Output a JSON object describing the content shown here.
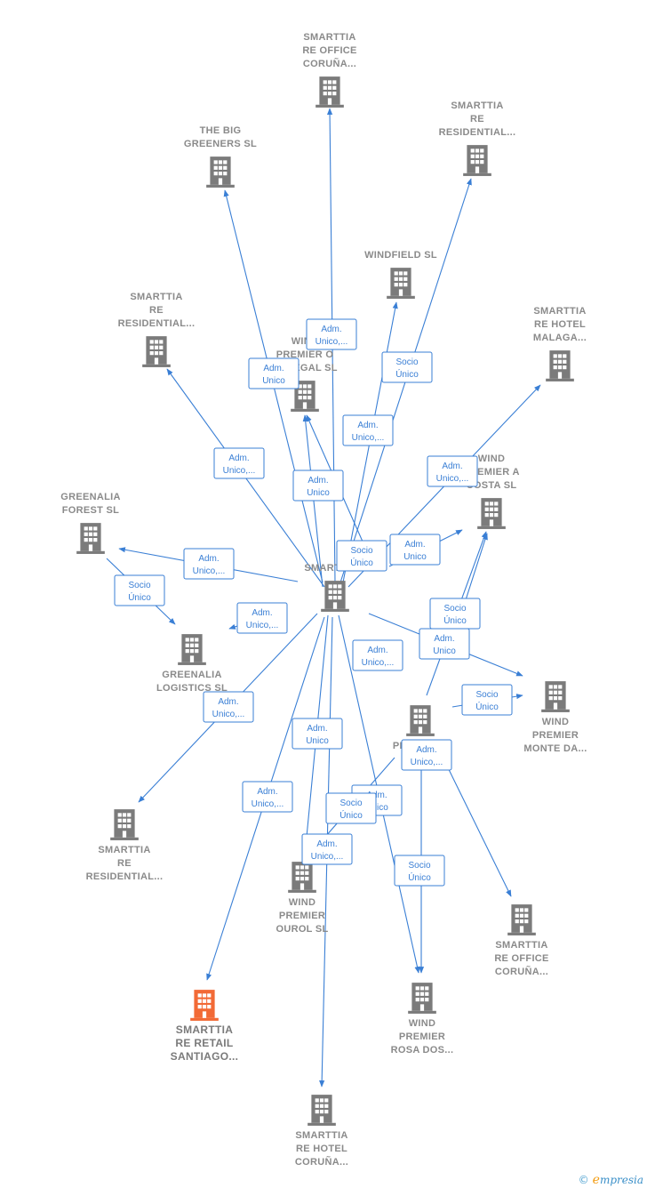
{
  "colors": {
    "edge": "#3a7fd5",
    "node": "#7b7b7b",
    "focus": "#f26a36",
    "label": "#8a8a8a"
  },
  "brand": {
    "copyright": "©",
    "initial": "e",
    "rest": "mpresia"
  },
  "nodes": [
    {
      "id": "office_top",
      "icon": "building-icon",
      "lines": [
        "SMARTTIA",
        "RE OFFICE",
        "CORUÑA..."
      ]
    },
    {
      "id": "big_greeners",
      "icon": "building-icon",
      "lines": [
        "THE BIG",
        "GREENERS  SL"
      ]
    },
    {
      "id": "resid_top",
      "icon": "building-icon",
      "lines": [
        "SMARTTIA",
        "RE",
        "RESIDENTIAL..."
      ]
    },
    {
      "id": "windfield",
      "icon": "building-icon",
      "lines": [
        "WINDFIELD  SL"
      ]
    },
    {
      "id": "resid_left",
      "icon": "building-icon",
      "lines": [
        "SMARTTIA",
        "RE",
        "RESIDENTIAL..."
      ]
    },
    {
      "id": "hotel_malaga",
      "icon": "building-icon",
      "lines": [
        "SMARTTIA",
        "RE HOTEL",
        "MALAGA..."
      ]
    },
    {
      "id": "ortegal",
      "icon": "building-icon",
      "lines": [
        "WIND",
        "PREMIER O",
        "ORTEGAL  SL"
      ]
    },
    {
      "id": "a_costa",
      "icon": "building-icon",
      "lines": [
        "WIND",
        "PREMIER A",
        "COSTA  SL"
      ]
    },
    {
      "id": "greenalia_f",
      "icon": "building-icon",
      "lines": [
        "GREENALIA",
        "FOREST  SL"
      ]
    },
    {
      "id": "center",
      "icon": "building-icon",
      "lines": [
        "SMARTTIA..."
      ]
    },
    {
      "id": "greenalia_l",
      "icon": "building-icon",
      "lines": [
        "GREENALIA",
        "LOGISTICS  SL"
      ]
    },
    {
      "id": "monte",
      "icon": "building-icon",
      "lines": [
        "WIND",
        "PREMIER",
        "MONTE DA..."
      ]
    },
    {
      "id": "premier_mid",
      "icon": "building-icon",
      "lines": [
        "PREMIER..."
      ]
    },
    {
      "id": "resid_low",
      "icon": "building-icon",
      "lines": [
        "SMARTTIA",
        "RE",
        "RESIDENTIAL..."
      ]
    },
    {
      "id": "ourol",
      "icon": "building-icon",
      "lines": [
        "WIND",
        "PREMIER",
        "OUROL  SL"
      ]
    },
    {
      "id": "office_low",
      "icon": "building-icon",
      "lines": [
        "SMARTTIA",
        "RE OFFICE",
        "CORUÑA..."
      ]
    },
    {
      "id": "retail",
      "icon": "building-icon",
      "focus": true,
      "lines": [
        "SMARTTIA",
        "RE RETAIL",
        "SANTIAGO..."
      ]
    },
    {
      "id": "rosa",
      "icon": "building-icon",
      "lines": [
        "WIND",
        "PREMIER",
        "ROSA DOS..."
      ]
    },
    {
      "id": "hotel_coruna",
      "icon": "building-icon",
      "lines": [
        "SMARTTIA",
        "RE HOTEL",
        "CORUÑA..."
      ]
    }
  ],
  "edges": [
    {
      "label": [
        "Adm.",
        "Unico,..."
      ]
    },
    {
      "label": [
        "Adm.",
        "Unico"
      ]
    },
    {
      "label": [
        "Socio",
        "Único"
      ]
    },
    {
      "label": [
        "Adm.",
        "Unico,..."
      ]
    },
    {
      "label": [
        "Adm.",
        "Unico,..."
      ]
    },
    {
      "label": [
        "Adm.",
        "Unico"
      ]
    },
    {
      "label": [
        "Adm.",
        "Unico,..."
      ]
    },
    {
      "label": [
        "Adm.",
        "Unico"
      ]
    },
    {
      "label": [
        "Adm.",
        "Unico,..."
      ]
    },
    {
      "label": [
        "Socio",
        "Único"
      ]
    },
    {
      "label": [
        "Adm.",
        "Unico,..."
      ]
    },
    {
      "label": [
        "Adm.",
        "Unico,..."
      ]
    },
    {
      "label": [
        "Adm.",
        "Unico"
      ]
    },
    {
      "label": [
        "Adm.",
        "Unico,..."
      ]
    },
    {
      "label": [
        "Adm.",
        "Unico,..."
      ]
    },
    {
      "label": [
        "Adm.",
        "Unico"
      ]
    },
    {
      "label": [
        "Socio",
        "Único"
      ]
    },
    {
      "label": [
        "Adm.",
        "Unico"
      ]
    },
    {
      "label": [
        "Socio",
        "Único"
      ]
    },
    {
      "label": [
        "Adm.",
        "Unico,..."
      ]
    },
    {
      "label": [
        "Socio",
        "Único"
      ]
    },
    {
      "label": [
        "Adm.",
        "Unico,..."
      ]
    },
    {
      "label": [
        "Socio",
        "Único"
      ]
    },
    {
      "label": [
        "Socio",
        "Único"
      ]
    }
  ]
}
